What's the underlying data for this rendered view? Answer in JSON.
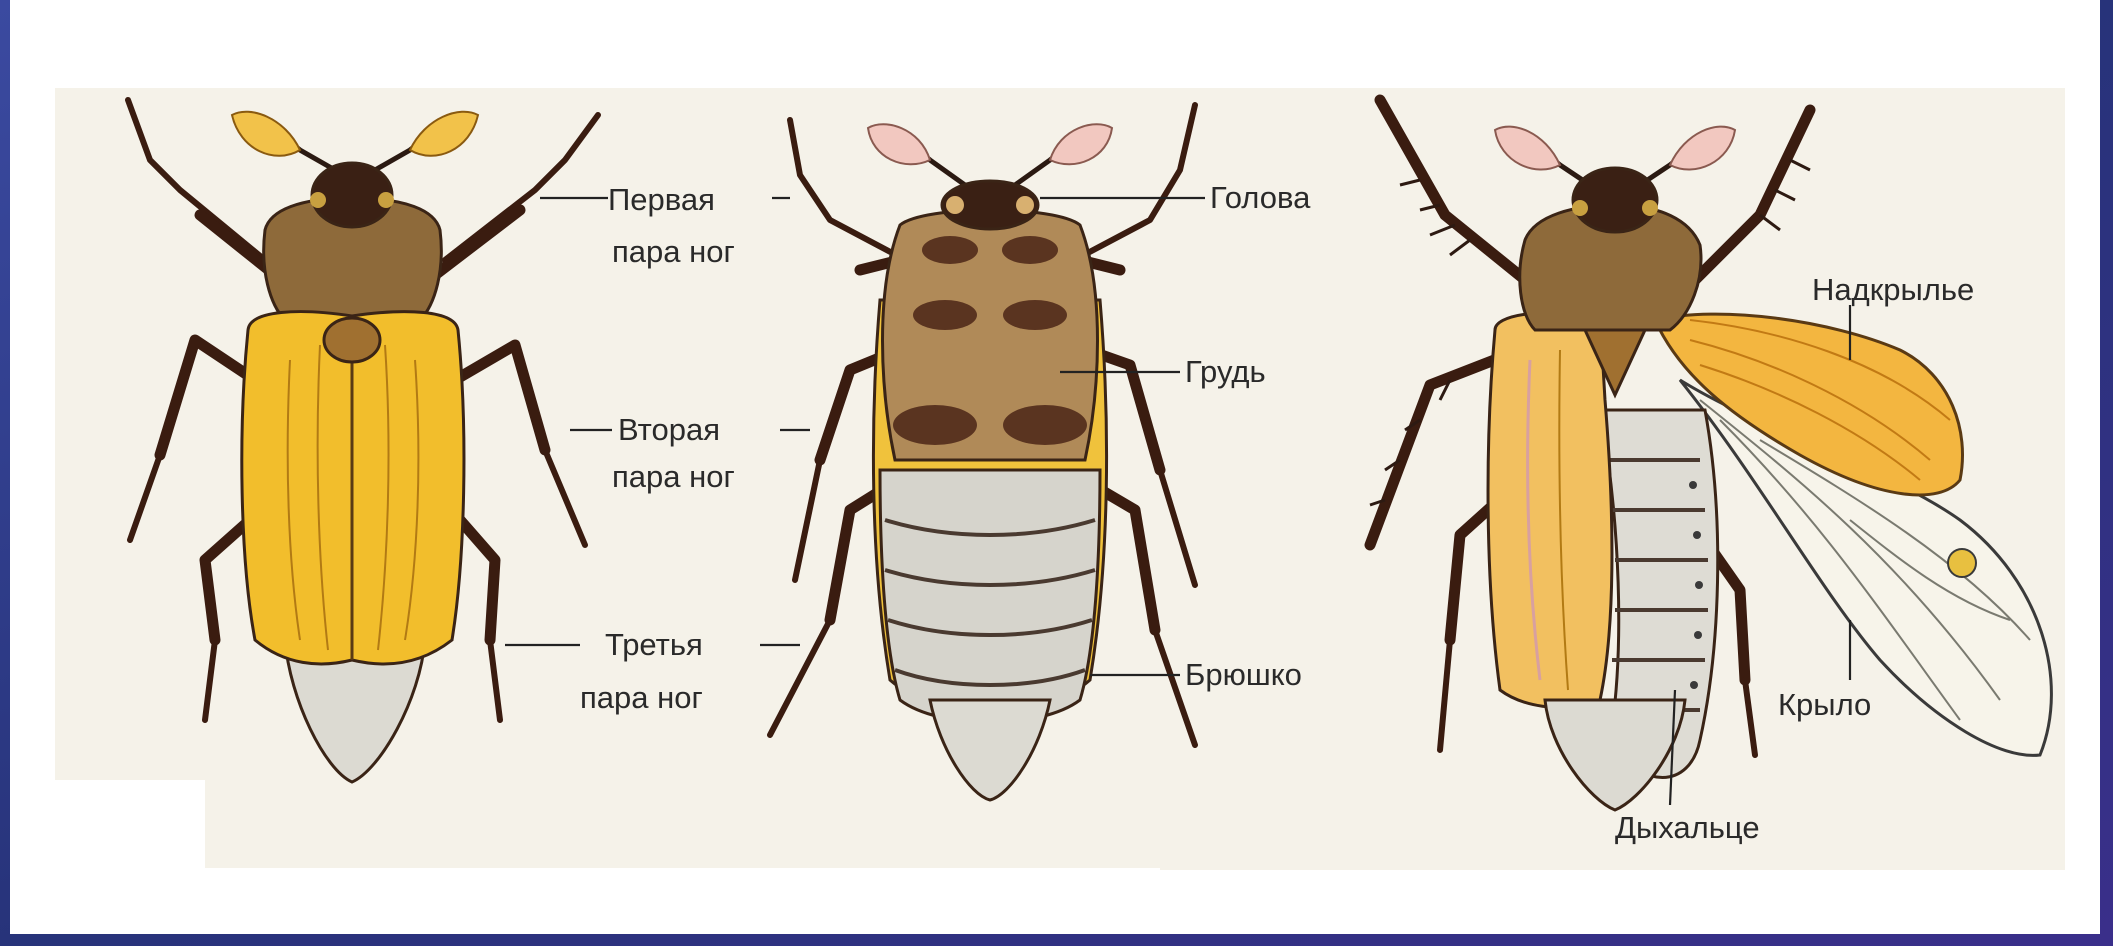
{
  "labels": {
    "first_legs_1": "Первая",
    "first_legs_2": "пара ног",
    "second_legs_1": "Вторая",
    "second_legs_2": "пара ног",
    "third_legs_1": "Третья",
    "third_legs_2": "пара ног",
    "head": "Голова",
    "thorax": "Грудь",
    "abdomen": "Брюшко",
    "elytron": "Надкрылье",
    "wing": "Крыло",
    "spiracle": "Дыхальце"
  },
  "colors": {
    "frame": "#2c3a86",
    "panel": "#ffffff",
    "diagram_bg": "#f5f2e9",
    "elytra": "#f2be2c",
    "pronotum": "#8e6a3a",
    "leg": "#3a1c10",
    "abdomen": "#d6d4cc",
    "antenna_club": "#f2c24a"
  }
}
